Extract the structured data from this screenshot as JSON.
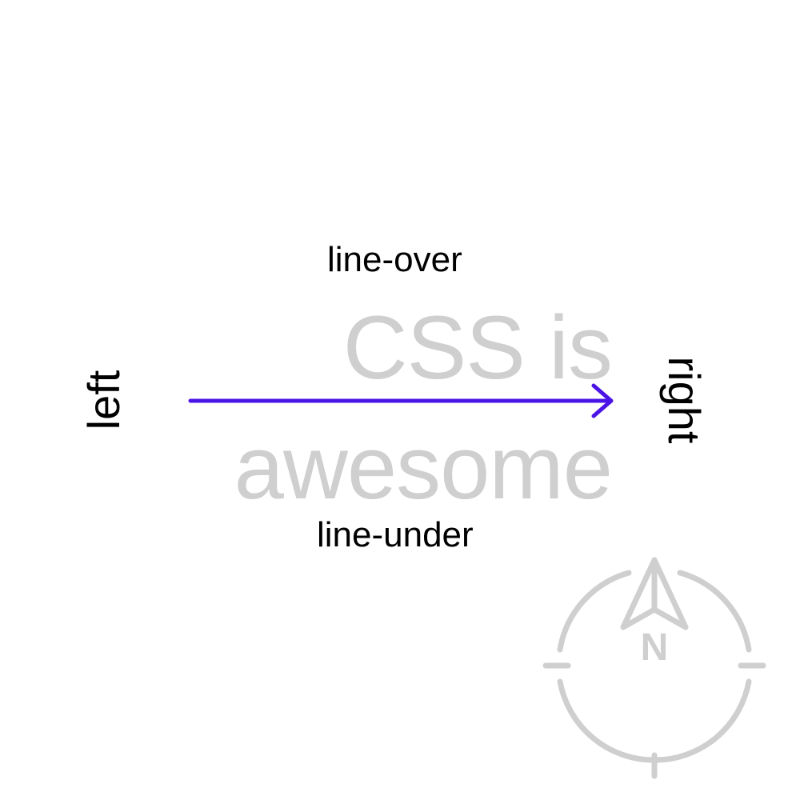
{
  "labels": {
    "over": "line-over",
    "under": "line-under",
    "left": "left",
    "right": "right"
  },
  "sample_text": "CSS is awesome",
  "compass": {
    "north_label": "N",
    "icon": "compass-icon"
  },
  "colors": {
    "text": "#000000",
    "sample_text": "#cfcfcf",
    "arrow": "#4b14e6",
    "compass": "#cfcfcf",
    "background": "#ffffff"
  }
}
